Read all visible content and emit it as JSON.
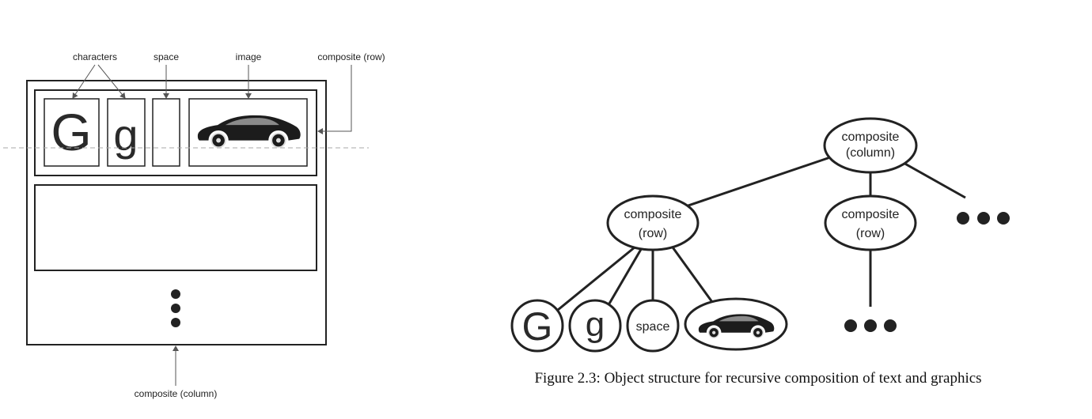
{
  "left_diagram": {
    "labels": {
      "characters": "characters",
      "space": "space",
      "image": "image",
      "composite_row": "composite (row)",
      "composite_column": "composite (column)"
    },
    "glyphs": {
      "upper": "G",
      "lower": "g"
    },
    "image_icon": "car-icon"
  },
  "right_diagram": {
    "root": {
      "line1": "composite",
      "line2": "(column)"
    },
    "row_a": {
      "line1": "composite",
      "line2": "(row)"
    },
    "row_b": {
      "line1": "composite",
      "line2": "(row)"
    },
    "leaves": {
      "g_upper": "G",
      "g_lower": "g",
      "space": "space"
    },
    "image_icon": "car-icon",
    "more_icon": "ellipsis-dots"
  },
  "caption": "Figure 2.3: Object structure for recursive composition of text and graphics",
  "colors": {
    "ink": "#222222",
    "car": "#1c1c1c",
    "dash": "#aaaaaa"
  }
}
